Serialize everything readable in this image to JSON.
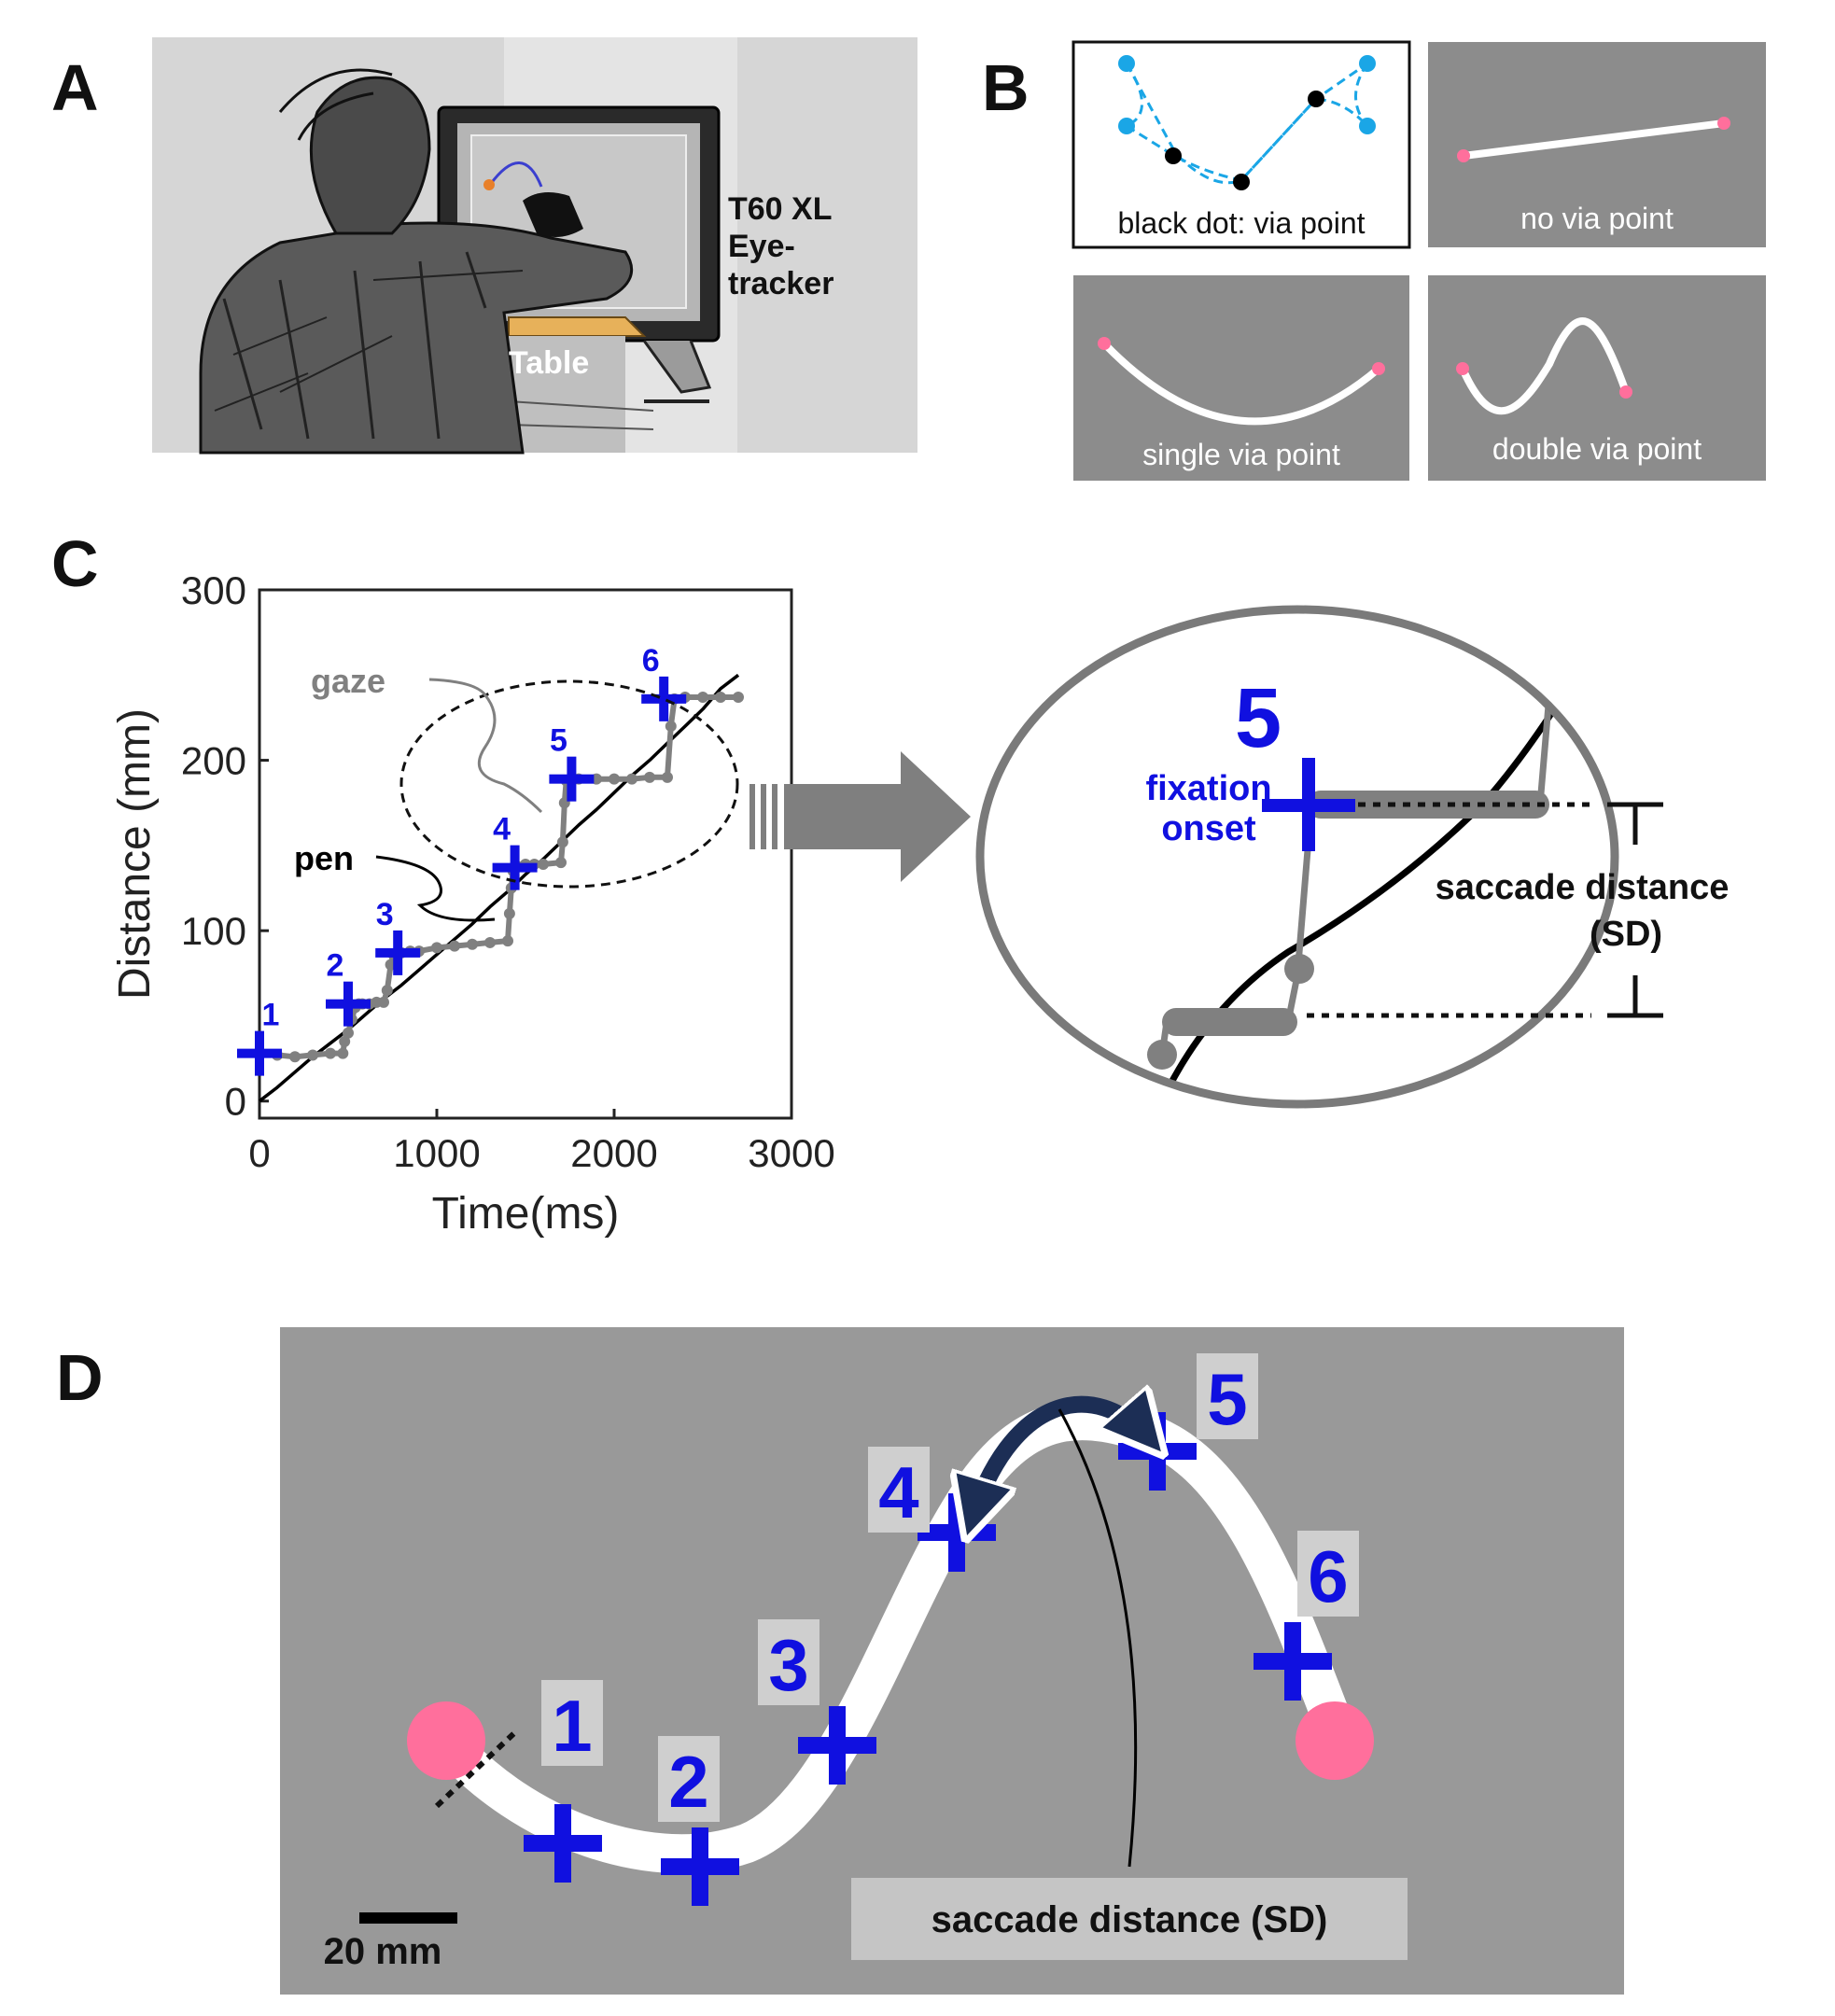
{
  "panels": {
    "A": {
      "label": "A",
      "device_label_line1": "T60 XL",
      "device_label_line2": "Eye-",
      "device_label_line3": "tracker",
      "table_label": "Table"
    },
    "B": {
      "label": "B",
      "cells": [
        {
          "caption": "black dot: via point"
        },
        {
          "caption": "no via point"
        },
        {
          "caption": "single via point"
        },
        {
          "caption": "double via point"
        }
      ],
      "colors": {
        "background": "#8c8c8c",
        "endpoint": "#ff6f9c",
        "via_point": "#000000",
        "target": "#1aa6e6"
      }
    },
    "C": {
      "label": "C",
      "gaze_label": "gaze",
      "pen_label": "pen",
      "fixation_numbers": [
        "1",
        "2",
        "3",
        "4",
        "5",
        "6"
      ],
      "zoom": {
        "number": "5",
        "fixation_line1": "fixation",
        "fixation_line2": "onset",
        "sd_line1": "saccade distance",
        "sd_line2": "(SD)"
      }
    },
    "D": {
      "label": "D",
      "numbers": [
        "1",
        "2",
        "3",
        "4",
        "5",
        "6"
      ],
      "sd_caption": "saccade distance (SD)",
      "scale_bar": "20 mm",
      "colors": {
        "background": "#999999",
        "endpoint": "#ff6f9c",
        "cross": "#1010e0",
        "arrow": "#1c2e55"
      }
    }
  },
  "chart_data": {
    "type": "line",
    "title": "",
    "xlabel": "Time(ms)",
    "ylabel": "Distance (mm)",
    "xlim": [
      0,
      3000
    ],
    "ylim": [
      -10,
      300
    ],
    "xticks": [
      0,
      1000,
      2000,
      3000
    ],
    "yticks": [
      0,
      100,
      200,
      300
    ],
    "grid": false,
    "series": [
      {
        "name": "pen",
        "color": "#000000",
        "x": [
          0,
          100,
          200,
          300,
          400,
          500,
          600,
          700,
          800,
          900,
          1000,
          1100,
          1200,
          1300,
          1400,
          1500,
          1600,
          1700,
          1800,
          1900,
          2000,
          2100,
          2200,
          2300,
          2400,
          2500,
          2600,
          2700
        ],
        "y": [
          0,
          8,
          17,
          26,
          34,
          42,
          51,
          60,
          68,
          77,
          86,
          95,
          104,
          114,
          123,
          133,
          142,
          152,
          162,
          171,
          181,
          191,
          200,
          210,
          220,
          230,
          242,
          250
        ]
      },
      {
        "name": "gaze",
        "color": "#808080",
        "x": [
          0,
          100,
          200,
          300,
          400,
          470,
          480,
          500,
          520,
          540,
          560,
          580,
          620,
          660,
          700,
          720,
          740,
          760,
          800,
          850,
          900,
          1000,
          1100,
          1200,
          1300,
          1400,
          1410,
          1420,
          1430,
          1450,
          1500,
          1550,
          1600,
          1700,
          1710,
          1720,
          1730,
          1760,
          1800,
          1900,
          2000,
          2100,
          2200,
          2300,
          2320,
          2340,
          2400,
          2500,
          2600,
          2700
        ],
        "y": [
          27,
          27,
          26,
          27,
          28,
          28,
          35,
          40,
          48,
          55,
          57,
          57,
          57,
          58,
          58,
          65,
          80,
          85,
          87,
          88,
          88,
          90,
          91,
          92,
          93,
          94,
          110,
          125,
          135,
          138,
          139,
          139,
          139,
          140,
          152,
          175,
          188,
          188,
          189,
          189,
          189,
          189,
          190,
          190,
          220,
          236,
          237,
          237,
          237,
          237
        ]
      }
    ],
    "fixations": [
      {
        "label": "1",
        "t": 0,
        "d": 28
      },
      {
        "label": "2",
        "t": 500,
        "d": 57
      },
      {
        "label": "3",
        "t": 780,
        "d": 87
      },
      {
        "label": "4",
        "t": 1440,
        "d": 137
      },
      {
        "label": "5",
        "t": 1760,
        "d": 189
      },
      {
        "label": "6",
        "t": 2280,
        "d": 236
      }
    ]
  }
}
